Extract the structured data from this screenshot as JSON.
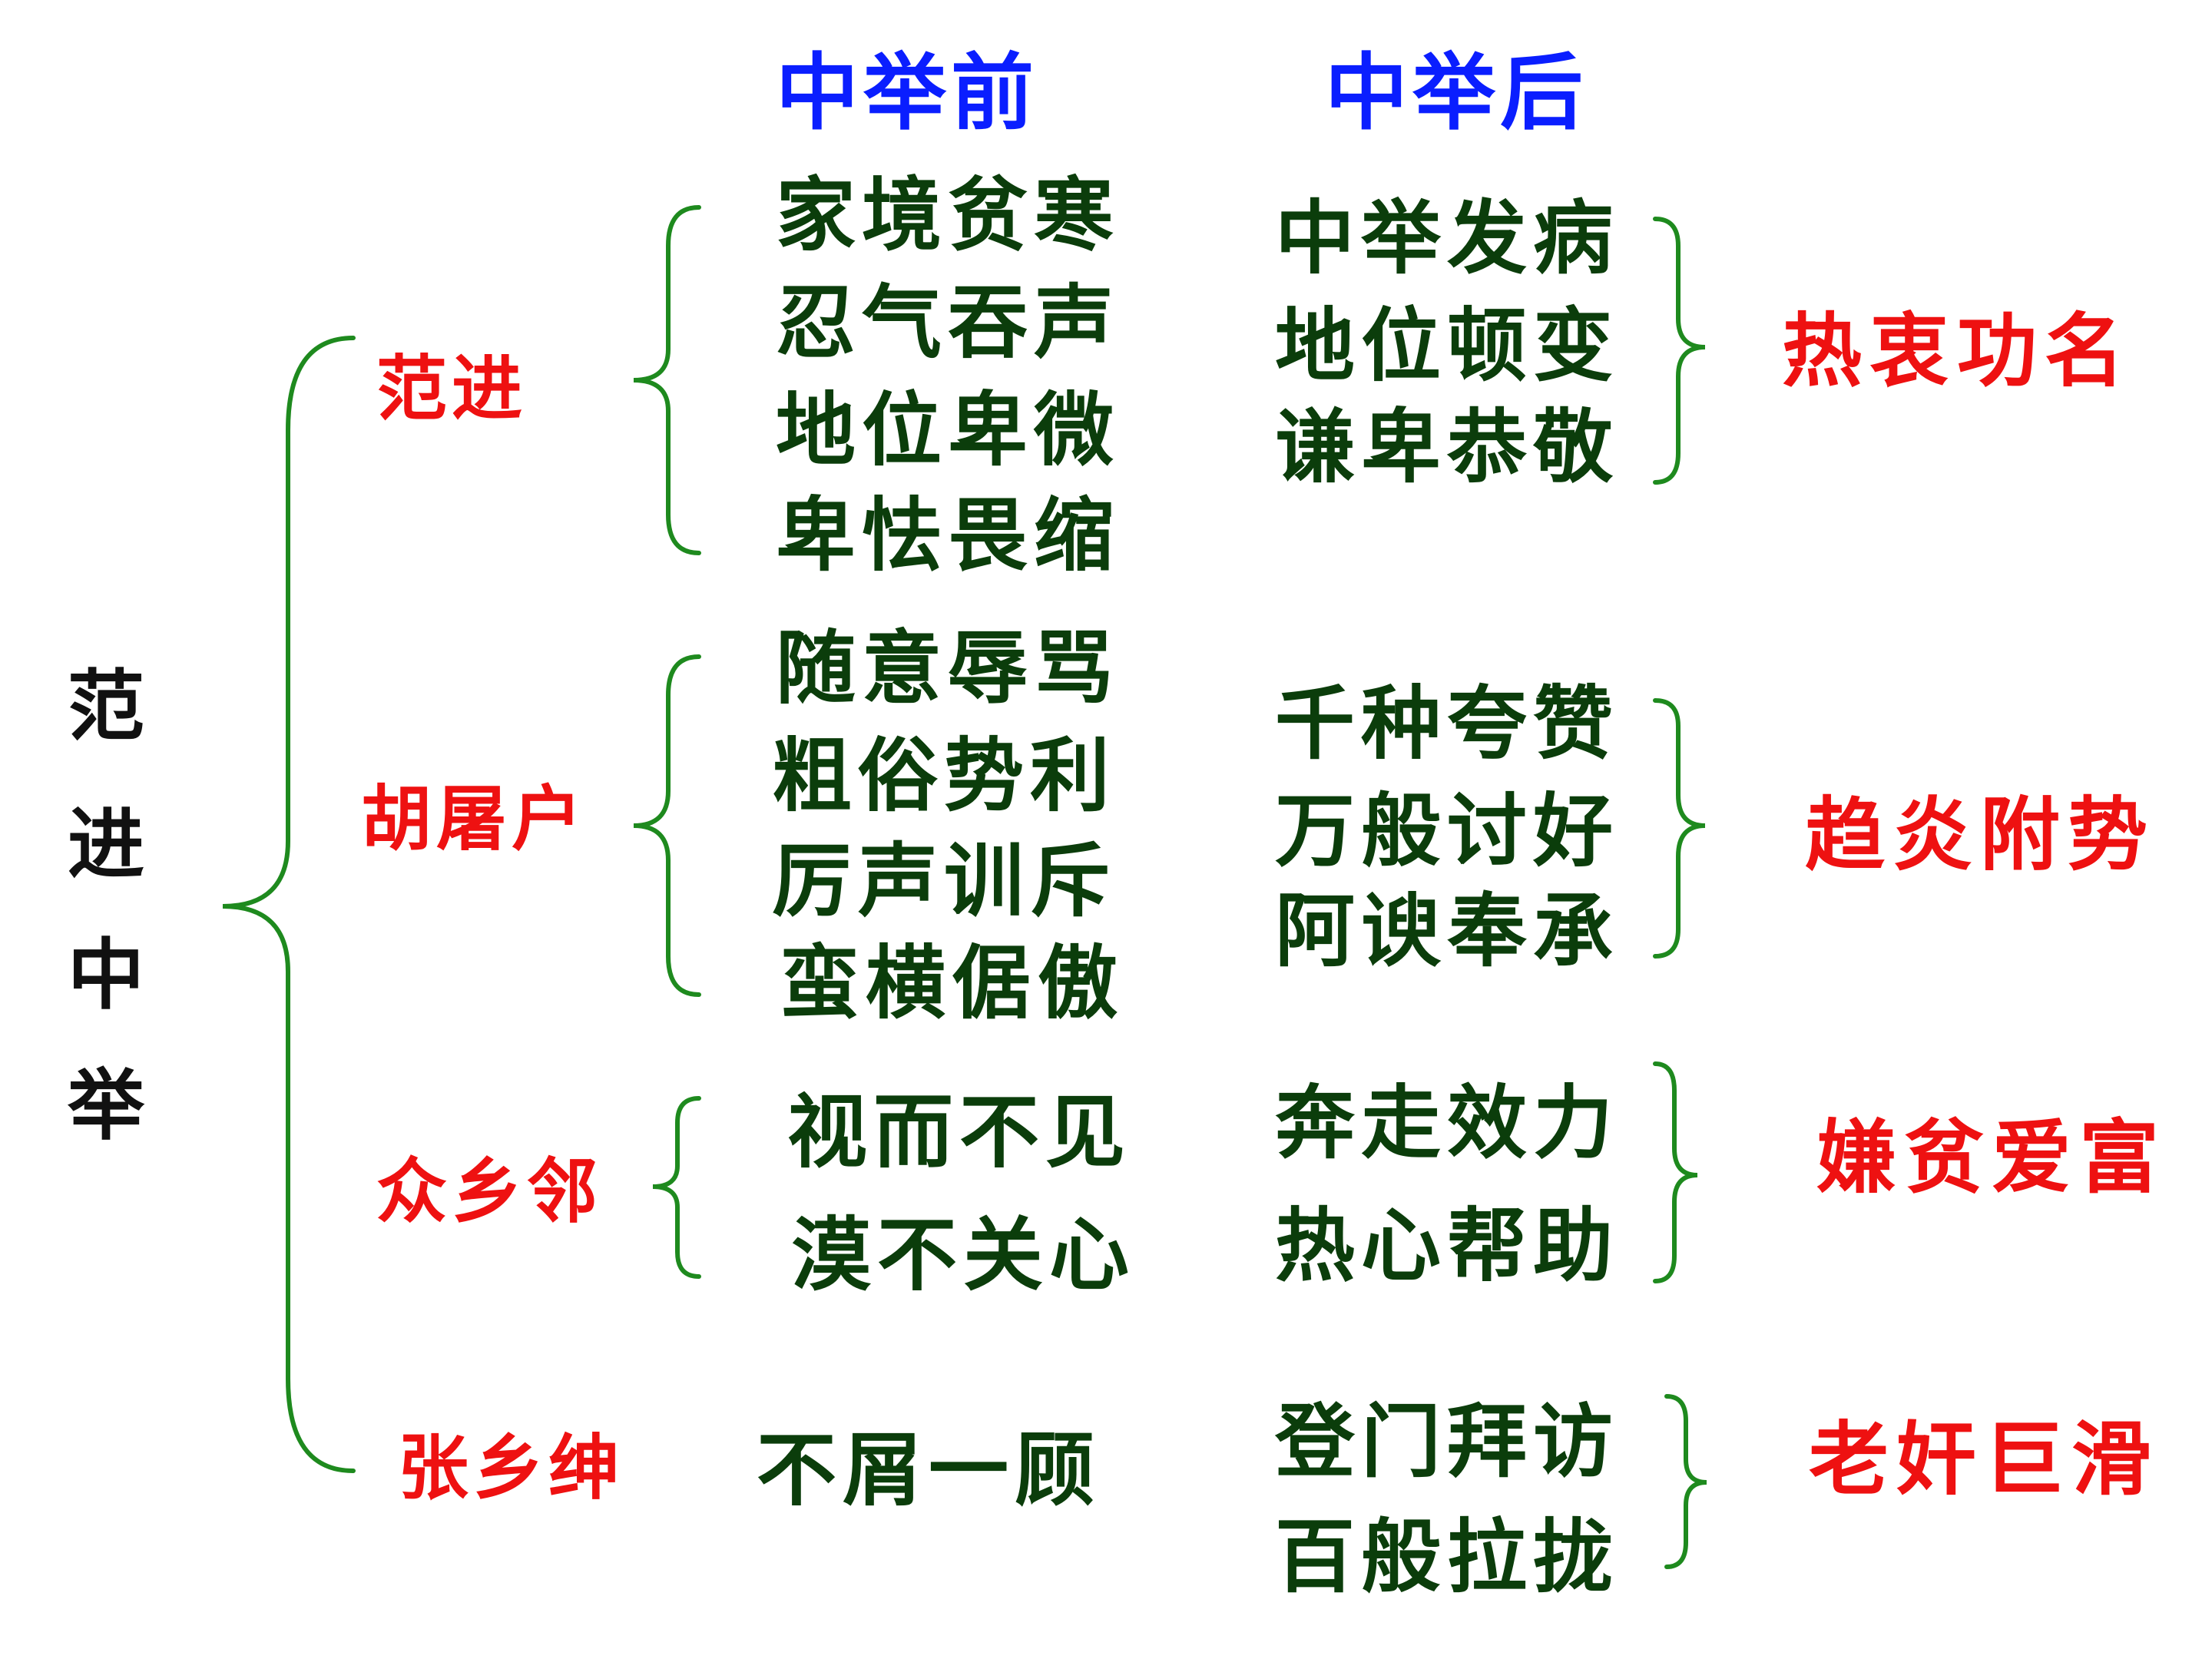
{
  "headers": {
    "before": "中举前",
    "after": "中举后"
  },
  "root": {
    "chars": [
      "范",
      "进",
      "中",
      "举"
    ]
  },
  "groups": [
    {
      "name": "范进",
      "before": [
        "家境贫寒",
        "忍气吞声",
        "地位卑微",
        "卑怯畏缩"
      ],
      "after": [
        "中举发病",
        "地位顿变",
        "谦卑恭敬"
      ],
      "summary": "热衷功名"
    },
    {
      "name": "胡屠户",
      "before": [
        "随意辱骂",
        "粗俗势利",
        "厉声训斥",
        "蛮横倨傲"
      ],
      "after": [
        "千种夸赞",
        "万般讨好",
        "阿谀奉承"
      ],
      "summary": "趋炎附势"
    },
    {
      "name": "众乡邻",
      "before": [
        "视而不见",
        "漠不关心"
      ],
      "after": [
        "奔走效力",
        "热心帮助"
      ],
      "summary": "嫌贫爱富"
    },
    {
      "name": "张乡绅",
      "before": [
        "不屑一顾"
      ],
      "after": [
        "登门拜访",
        "百般拉拢"
      ],
      "summary": "老奸巨滑"
    }
  ],
  "colors": {
    "header": "#0a1eff",
    "name": "#ee1111",
    "phrase": "#0b3d0b",
    "summary": "#ee1111",
    "bracket": "#1e8a1e",
    "root": "#111111"
  }
}
